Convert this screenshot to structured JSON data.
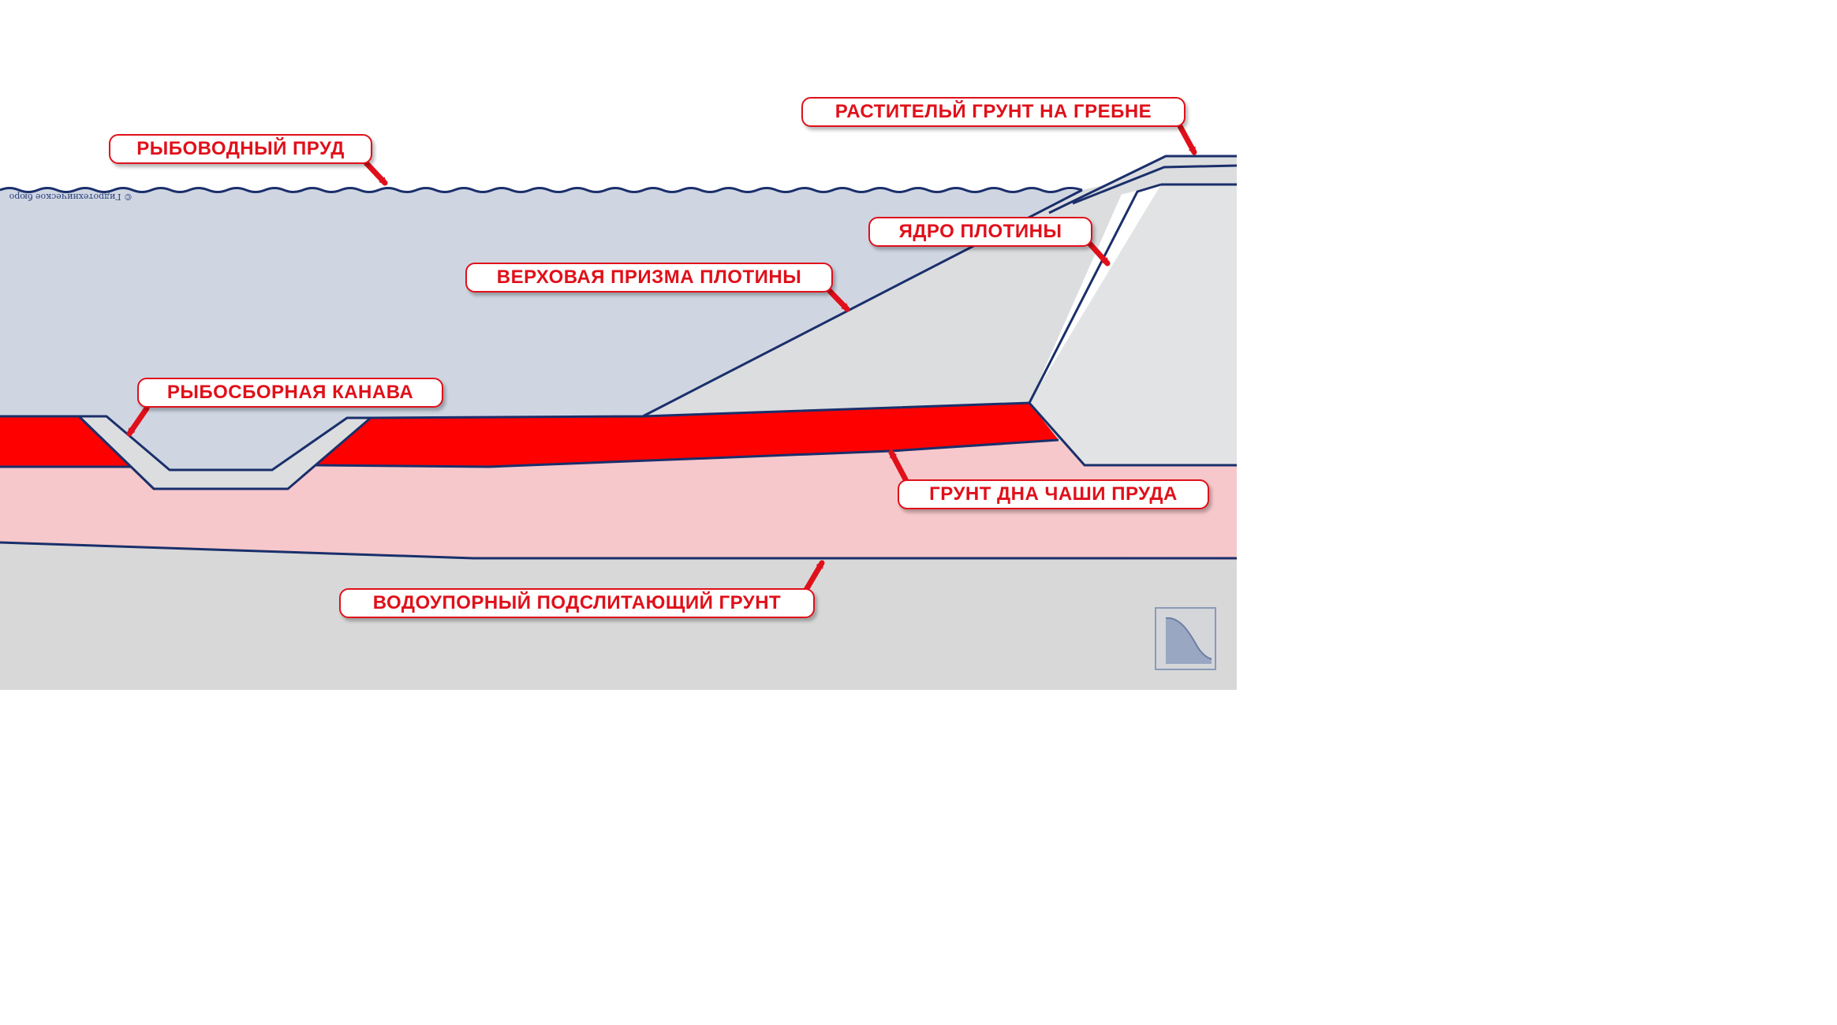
{
  "labels": {
    "pond": "РЫБОВОДНЫЙ ПРУД",
    "topsoil_crest": "РАСТИТЕЛЬЙ ГРУНТ НА ГРЕБНЕ",
    "dam_core": "ЯДРО ПЛОТИНЫ",
    "upstream_prism": "ВЕРХОВАЯ ПРИЗМА ПЛОТИНЫ",
    "fish_ditch": "РЫБОСБОРНАЯ КАНАВА",
    "bowl_bottom_soil": "ГРУНТ ДНА ЧАШИ ПРУДА",
    "impervious_soil": "ВОДОУПОРНЫЙ ПОДСЛИТАЮЩИЙ ГРУНТ"
  },
  "copyright": "© Гидротехническое бюро",
  "colors": {
    "water": "#cfd6e2",
    "dam_fill": "#dcdddf",
    "red_layer": "#ff0000",
    "pink_layer": "#f6c8cb",
    "base_soil": "#d8d8d8",
    "outline": "#1a2f6b",
    "accent": "#e0101a"
  },
  "icons": {
    "logo": "slope-profile-icon",
    "arrows": "callout-arrow-icon"
  }
}
